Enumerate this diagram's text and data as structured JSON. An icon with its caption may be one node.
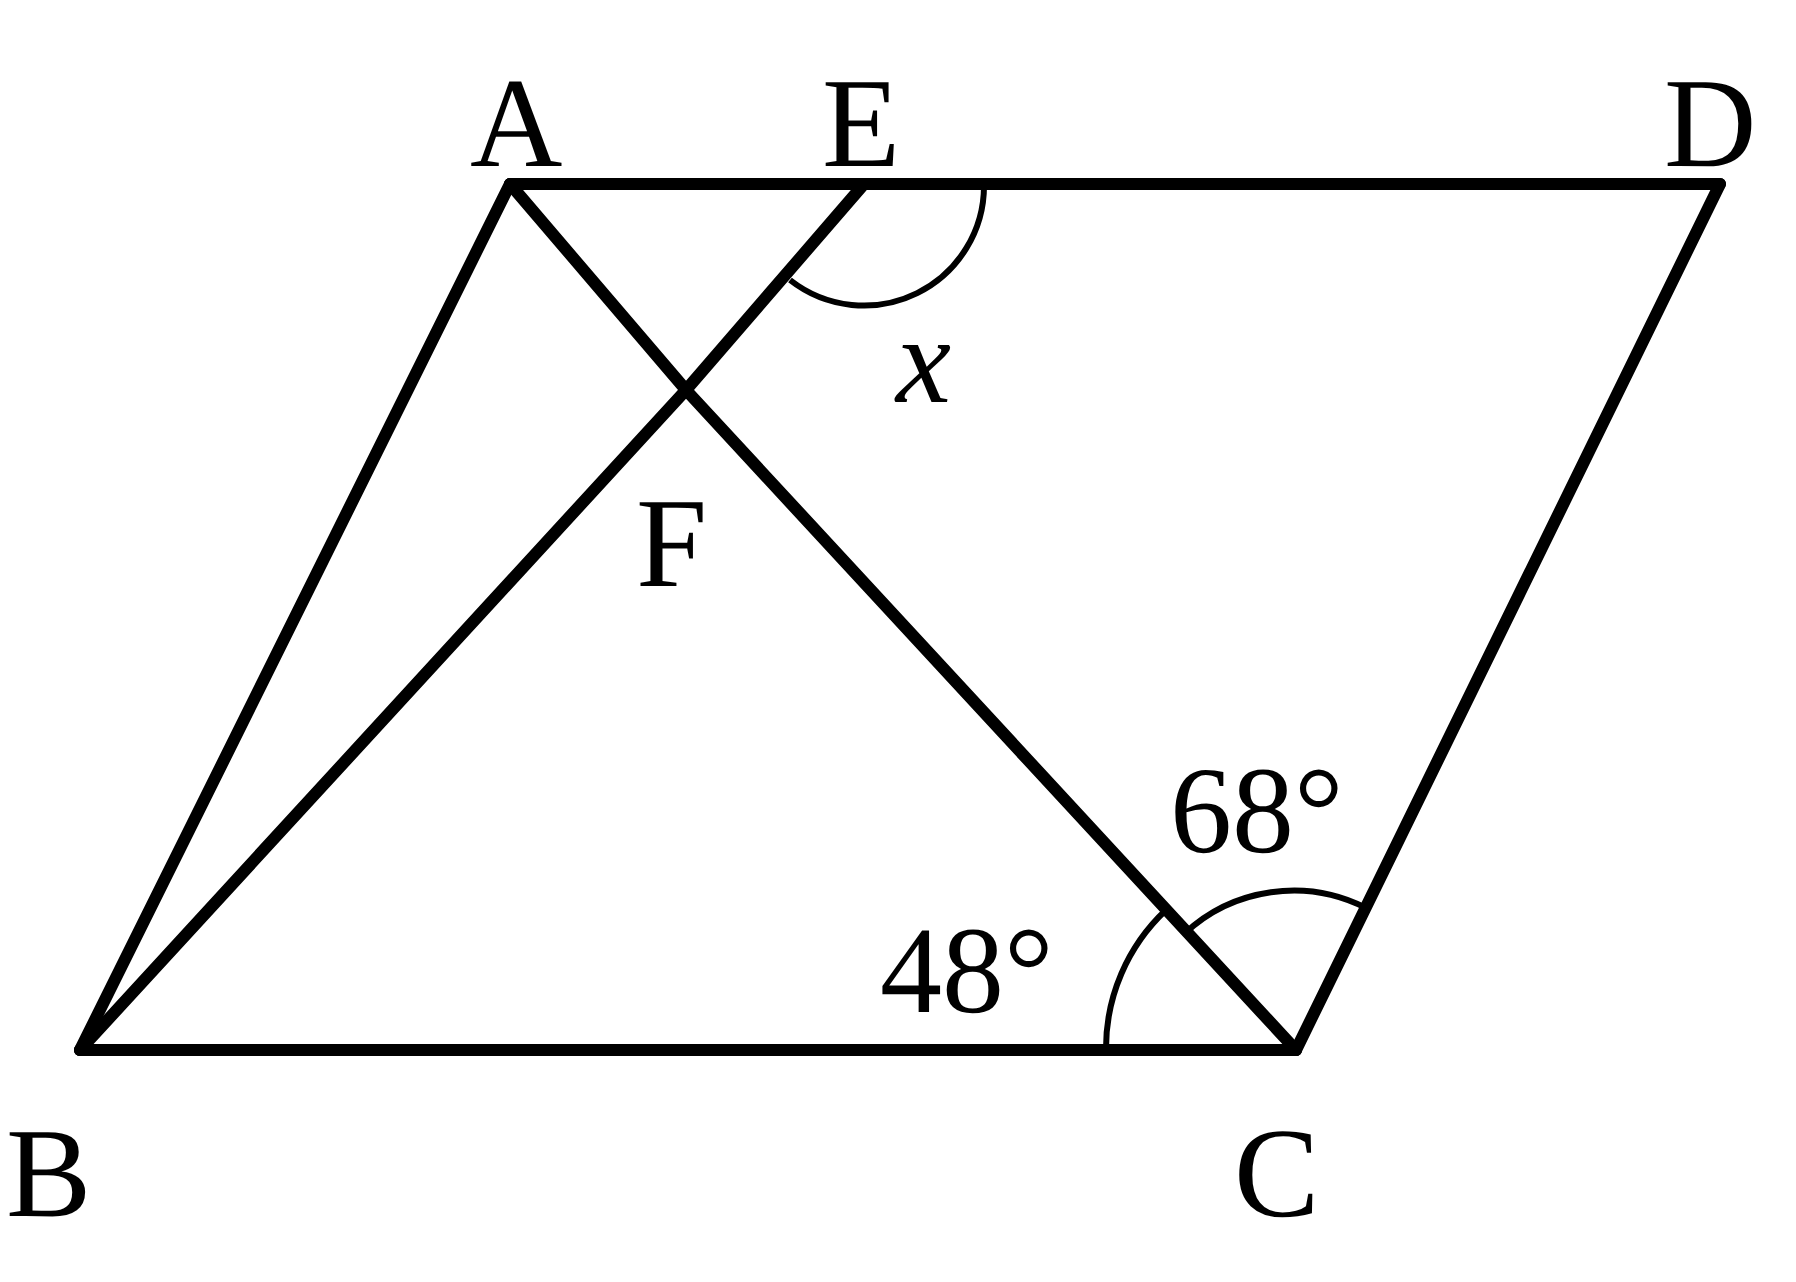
{
  "diagram": {
    "nodes": [
      {
        "text": [
          "A"
        ]
      },
      {
        "text": [
          "E"
        ]
      },
      {
        "text": [
          "D"
        ]
      },
      {
        "text": [
          "F"
        ]
      },
      {
        "text": [
          "B"
        ]
      },
      {
        "text": [
          "C"
        ]
      }
    ],
    "edges": [
      {
        "from": 0,
        "to": 1,
        "arrow": "none"
      },
      {
        "from": 1,
        "to": 2,
        "arrow": "none"
      },
      {
        "from": 0,
        "to": 4,
        "arrow": "none"
      },
      {
        "from": 4,
        "to": 5,
        "arrow": "none"
      },
      {
        "from": 5,
        "to": 2,
        "arrow": "none"
      },
      {
        "from": 0,
        "to": 3,
        "arrow": "none"
      },
      {
        "from": 3,
        "to": 5,
        "arrow": "none"
      },
      {
        "from": 4,
        "to": 3,
        "arrow": "none"
      },
      {
        "from": 3,
        "to": 1,
        "arrow": "none"
      }
    ],
    "labels": [
      "x",
      "48°",
      "68°"
    ]
  }
}
